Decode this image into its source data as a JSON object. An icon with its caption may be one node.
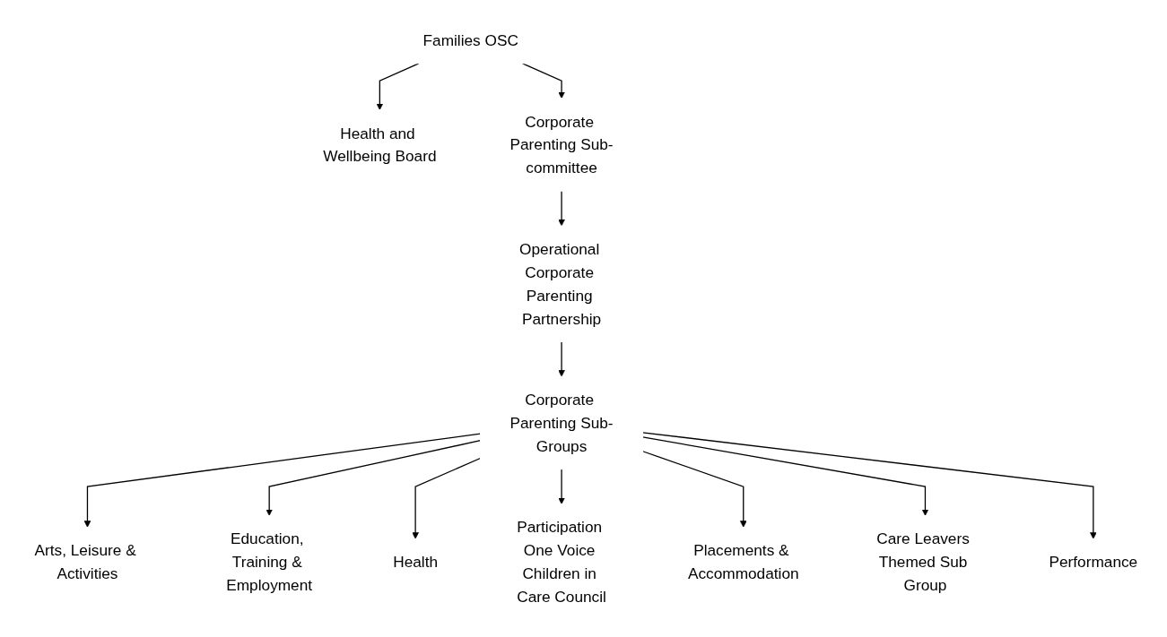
{
  "diagram": {
    "nodes": [
      {
        "text": [
          "Families OSC"
        ]
      },
      {
        "text": [
          "Health and Wellbeing Board"
        ]
      },
      {
        "text": [
          "Corporate Parenting Sub-committee"
        ]
      },
      {
        "text": [
          "Operational Corporate Parenting Partnership"
        ]
      },
      {
        "text": [
          "Corporate Parenting Sub-Groups"
        ]
      },
      {
        "text": [
          "Arts, Leisure & Activities"
        ]
      },
      {
        "text": [
          "Education, Training & Employment"
        ]
      },
      {
        "text": [
          "Health"
        ]
      },
      {
        "text": [
          "Participation One Voice Children in Care Council"
        ]
      },
      {
        "text": [
          "Placements & Accommodation"
        ]
      },
      {
        "text": [
          "Care Leavers Themed Sub Group"
        ]
      },
      {
        "text": [
          "Performance"
        ]
      }
    ],
    "edges": [
      {
        "from": 0,
        "to": 1,
        "arrow": "to"
      },
      {
        "from": 0,
        "to": 2,
        "arrow": "to"
      },
      {
        "from": 2,
        "to": 3,
        "arrow": "to"
      },
      {
        "from": 3,
        "to": 4,
        "arrow": "to"
      },
      {
        "from": 4,
        "to": 5,
        "arrow": "to"
      },
      {
        "from": 4,
        "to": 6,
        "arrow": "to"
      },
      {
        "from": 4,
        "to": 7,
        "arrow": "to"
      },
      {
        "from": 4,
        "to": 8,
        "arrow": "to"
      },
      {
        "from": 4,
        "to": 9,
        "arrow": "to"
      },
      {
        "from": 4,
        "to": 10,
        "arrow": "to"
      },
      {
        "from": 4,
        "to": 11,
        "arrow": "to"
      }
    ]
  }
}
